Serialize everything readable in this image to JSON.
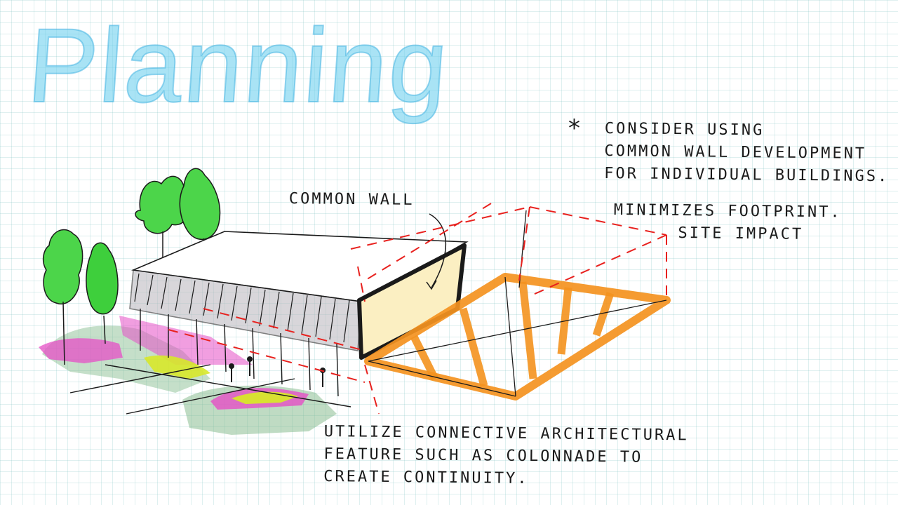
{
  "title": "Planning",
  "annotations": {
    "consider": {
      "marker": "*",
      "lines": [
        "Consider using",
        "common wall development",
        "for individual buildings."
      ]
    },
    "common_wall": "Common wall",
    "minimizes": {
      "lines": [
        "Minimizes footprint.",
        "Site impact"
      ]
    },
    "utilize": {
      "lines": [
        "Utilize connective architectural",
        "feature such as colonnade to",
        "create continuity."
      ]
    }
  },
  "colors": {
    "title": "#6fd0ee",
    "ink": "#1a1a1a",
    "dashed_lines": "#e8211e",
    "footprint_orange": "#f4931f",
    "wall_fill": "#fbefc2",
    "tree_green": "#4cd54a",
    "planting_magenta": "#e64fc6",
    "planting_yellow": "#d7e82a",
    "ground_green": "#7fb887",
    "roof_gray": "#b9b6bd"
  }
}
